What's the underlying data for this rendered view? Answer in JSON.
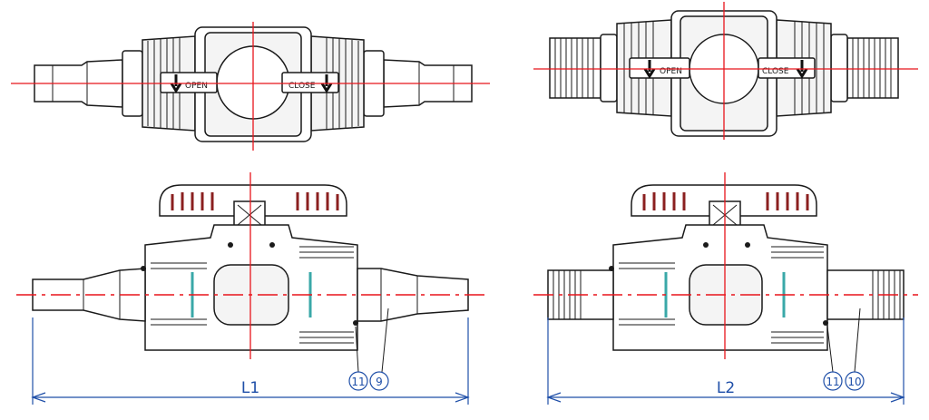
{
  "labels": {
    "open": "OPEN",
    "close": "CLOSE"
  },
  "dimensions": {
    "left": "L1",
    "right": "L2"
  },
  "balloons": {
    "left": [
      "11",
      "9"
    ],
    "right": [
      "11",
      "10"
    ]
  },
  "colors": {
    "centerline": "#e8141b",
    "dimension": "#1f4fa8",
    "outline": "#1a1a1a",
    "seal": "#3aa8a8",
    "handle_grip": "#8b2020"
  }
}
